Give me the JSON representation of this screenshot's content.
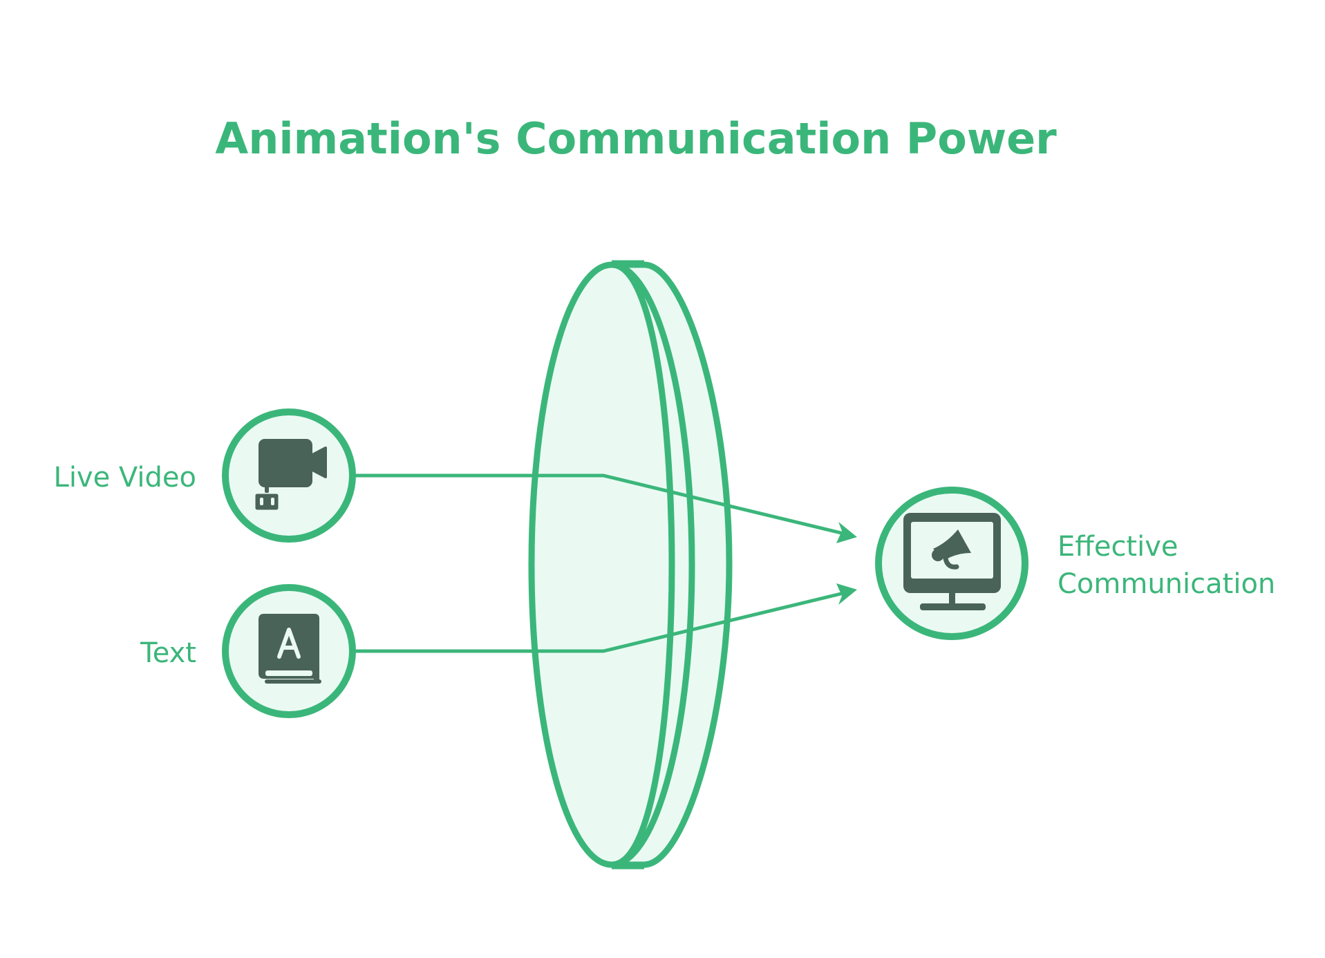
{
  "diagram": {
    "title": "Animation's Communication Power",
    "colors": {
      "accent": "#3bb67a",
      "fill": "#eafaf3",
      "icon": "#4a6358",
      "background": "#ffffff"
    },
    "inputs": [
      {
        "label": "Live Video",
        "icon": "video-camera-icon"
      },
      {
        "label": "Text",
        "icon": "text-book-icon"
      }
    ],
    "lens": {
      "icon": "lens"
    },
    "output": {
      "label_lines": [
        "Effective",
        "Communication"
      ],
      "icon": "monitor-megaphone-icon"
    }
  }
}
